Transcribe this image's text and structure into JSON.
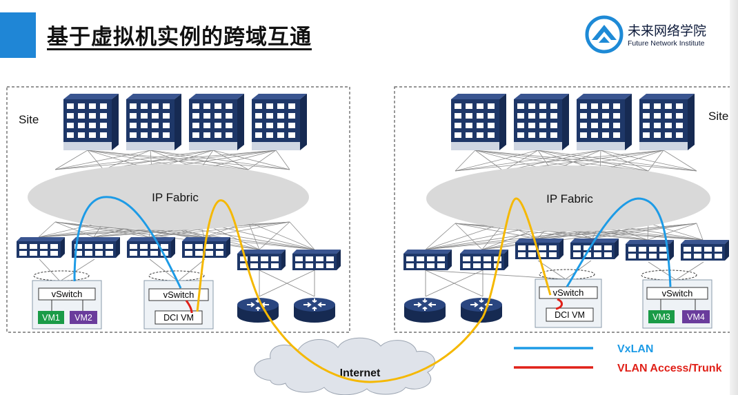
{
  "slide": {
    "title": "基于虚拟机实例的跨域互通",
    "logo": {
      "name_cn": "未来网络学院",
      "name_en": "Future Network Institute",
      "brand_color": "#1e8ad6"
    }
  },
  "diagram": {
    "left_site": {
      "label": "Site",
      "fabric_label": "IP Fabric",
      "hosts": [
        {
          "switch_label": "vSwitch",
          "vms": [
            "VM1",
            "VM2"
          ]
        },
        {
          "switch_label": "vSwitch",
          "vms": [
            "DCI VM"
          ]
        }
      ]
    },
    "right_site": {
      "label": "Site",
      "fabric_label": "IP Fabric",
      "hosts": [
        {
          "switch_label": "vSwitch",
          "vms": [
            "DCI VM"
          ]
        },
        {
          "switch_label": "vSwitch",
          "vms": [
            "VM3",
            "VM4"
          ]
        }
      ]
    },
    "internet_label": "Internet",
    "legend": [
      {
        "label": "VxLAN",
        "color": "#1d9be6"
      },
      {
        "label": "VLAN Access/Trunk",
        "color": "#e02018"
      }
    ],
    "colors": {
      "server": "#1e3768",
      "server_side": "#162a52",
      "vm_green": "#1a9b47",
      "vm_purple": "#6a3c9c",
      "yellow_path": "#f5b800"
    }
  }
}
